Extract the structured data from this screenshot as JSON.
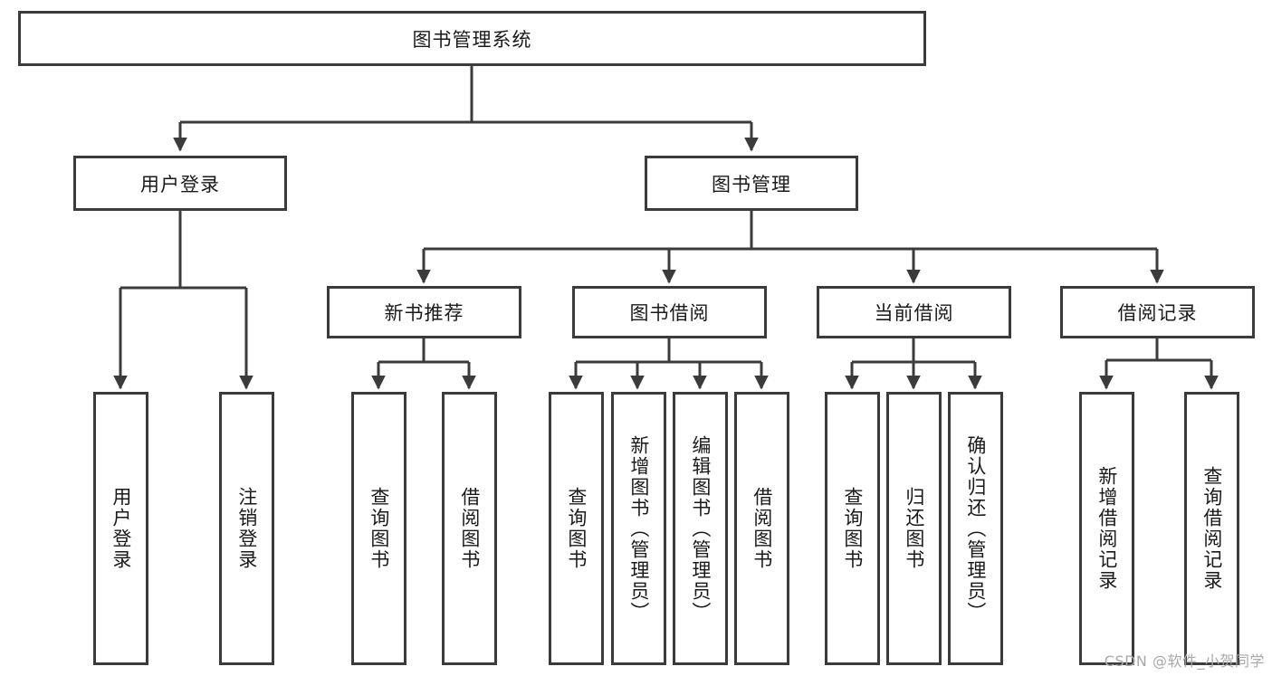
{
  "diagram": {
    "title_node": {
      "label": "图书管理系统"
    },
    "level1": [
      {
        "id": "user-login",
        "label": "用户登录"
      },
      {
        "id": "book-manage",
        "label": "图书管理"
      }
    ],
    "level2": [
      {
        "id": "new-book-recommend",
        "label": "新书推荐"
      },
      {
        "id": "book-borrow",
        "label": "图书借阅"
      },
      {
        "id": "current-borrow",
        "label": "当前借阅"
      },
      {
        "id": "borrow-record",
        "label": "借阅记录"
      }
    ],
    "leaves": {
      "user_login": [
        {
          "id": "leaf-user-login",
          "label": "用户登录"
        },
        {
          "id": "leaf-logout",
          "label": "注销登录"
        }
      ],
      "new_book_recommend": [
        {
          "id": "leaf-query-book-1",
          "label": "查询图书"
        },
        {
          "id": "leaf-borrow-book-1",
          "label": "借阅图书"
        }
      ],
      "book_borrow": [
        {
          "id": "leaf-query-book-2",
          "label": "查询图书"
        },
        {
          "id": "leaf-add-book",
          "label": "新增图书（管理员）"
        },
        {
          "id": "leaf-edit-book",
          "label": "编辑图书（管理员）"
        },
        {
          "id": "leaf-borrow-book-2",
          "label": "借阅图书"
        }
      ],
      "current_borrow": [
        {
          "id": "leaf-query-book-3",
          "label": "查询图书"
        },
        {
          "id": "leaf-return-book",
          "label": "归还图书"
        },
        {
          "id": "leaf-confirm-return",
          "label": "确认归还（管理员）"
        }
      ],
      "borrow_record": [
        {
          "id": "leaf-add-record",
          "label": "新增借阅记录"
        },
        {
          "id": "leaf-query-record",
          "label": "查询借阅记录"
        }
      ]
    }
  },
  "watermark": {
    "text": "CSDN @软件_小贺同学"
  },
  "colors": {
    "border": "#3b3b3b",
    "background": "#ffffff",
    "text": "#1a1a1a",
    "watermark": "#a8a8a8"
  }
}
